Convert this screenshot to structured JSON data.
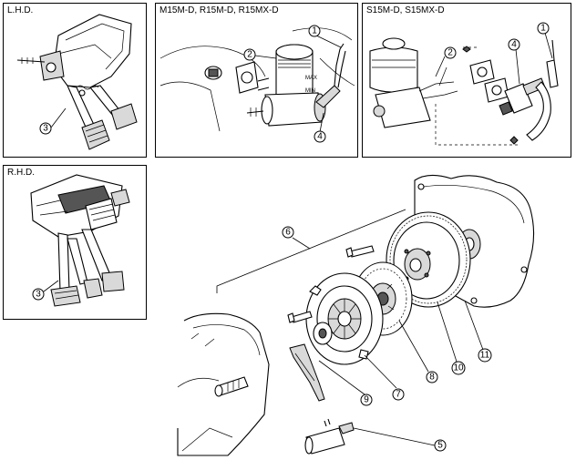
{
  "panels": {
    "lhd": {
      "title": "L.H.D."
    },
    "m15": {
      "title": "M15M-D, R15M-D, R15MX-D"
    },
    "s15": {
      "title": "S15M-D, S15MX-D"
    },
    "rhd": {
      "title": "R.H.D."
    }
  },
  "reservoir": {
    "max_label": "MAX",
    "min_label": "MIN"
  },
  "callouts": {
    "lhd_3": "3",
    "m15_1": "1",
    "m15_2": "2",
    "m15_4": "4",
    "s15_1": "1",
    "s15_2": "2",
    "s15_4": "4",
    "rhd_3": "3",
    "main_5": "5",
    "main_6": "6",
    "main_7": "7",
    "main_8": "8",
    "main_9": "9",
    "main_10": "10",
    "main_11": "11"
  },
  "colors": {
    "line": "#000000",
    "background": "#ffffff",
    "shade": "#d9d9d9"
  }
}
